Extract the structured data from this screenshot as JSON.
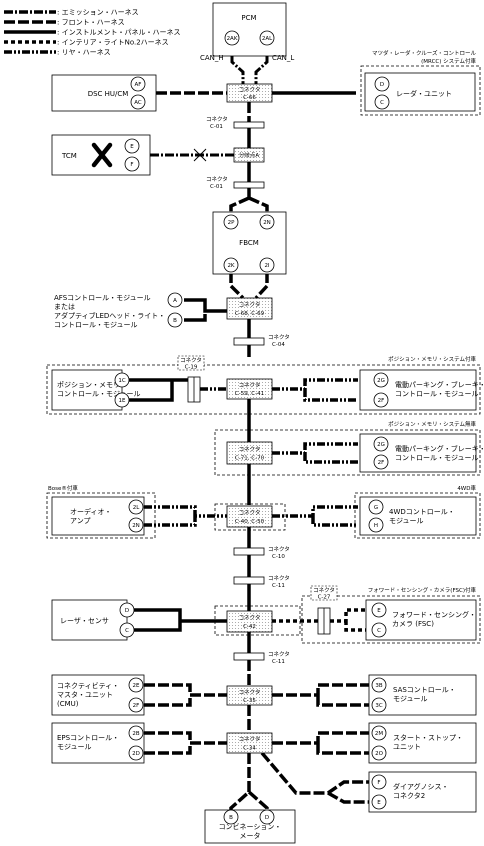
{
  "legend": [
    {
      "label": ": エミッション・ハーネス",
      "style": "emission"
    },
    {
      "label": ": フロント・ハーネス",
      "style": "front"
    },
    {
      "label": ": インストルメント・パネル・ハーネス",
      "style": "instrument"
    },
    {
      "label": ": インテリア・ライトNo.2ハーネス",
      "style": "interior"
    },
    {
      "label": ": リヤ・ハーネス",
      "style": "rear"
    }
  ],
  "modules": {
    "pcm": {
      "name": "PCM",
      "pins": [
        "2AK",
        "2AL"
      ],
      "can_h": "CAN_H",
      "can_l": "CAN_L"
    },
    "dsc": {
      "name": "DSC HU/CM",
      "pins": [
        "AF",
        "AC"
      ]
    },
    "radar": {
      "name": "レーダ・ユニット",
      "pins": [
        "D",
        "C"
      ],
      "caption1": "マツダ・レーダ・クルーズ・コントロール",
      "caption2": "(MRCC) システム付車"
    },
    "tcm": {
      "name": "TCM",
      "pins": [
        "E",
        "F"
      ]
    },
    "fbcm": {
      "name": "FBCM",
      "pins": [
        "2P",
        "2N",
        "2K",
        "2I"
      ]
    },
    "afs": {
      "lines": [
        "AFSコントロール・モジュール",
        "または",
        "アダプティブLEDヘッド・ライト・",
        "コントロール・モジュール"
      ],
      "pins": [
        "A",
        "B"
      ]
    },
    "pos_mem": {
      "lines": [
        "ポジション・メモリ・",
        "コントロール・モジュール"
      ],
      "pins": [
        "1C",
        "1E"
      ]
    },
    "epb1": {
      "lines": [
        "電動パーキング・ブレーキ・",
        "コントロール・モジュール"
      ],
      "pins": [
        "2G",
        "2F"
      ],
      "caption": "ポジション・メモリ・システム付車"
    },
    "epb2": {
      "lines": [
        "電動パーキング・ブレーキ・",
        "コントロール・モジュール"
      ],
      "pins": [
        "2G",
        "2F"
      ],
      "caption": "ポジション・メモリ・システム無車"
    },
    "audio": {
      "lines": [
        "オーディオ・",
        "アンプ"
      ],
      "pins": [
        "2L",
        "2N"
      ],
      "caption": "Bose®付車"
    },
    "awd": {
      "lines": [
        "4WDコントロール・",
        "モジュール"
      ],
      "pins": [
        "G",
        "H"
      ],
      "caption": "4WD車"
    },
    "laser": {
      "name": "レーザ・センサ",
      "pins": [
        "D",
        "C"
      ]
    },
    "fsc": {
      "lines": [
        "フォワード・センシング・",
        "カメラ (FSC)"
      ],
      "pins": [
        "E",
        "C"
      ],
      "caption": "フォワード・センシング・カメラ(FSC)付車"
    },
    "cmu": {
      "lines": [
        "コネクティビティ・",
        "マスタ・ユニット",
        "(CMU)"
      ],
      "pins": [
        "2E",
        "2F"
      ]
    },
    "sas": {
      "lines": [
        "SASコントロール・",
        "モジュール"
      ],
      "pins": [
        "3B",
        "3C"
      ]
    },
    "eps": {
      "lines": [
        "EPSコントロール・",
        "モジュール"
      ],
      "pins": [
        "2B",
        "2D"
      ]
    },
    "start_stop": {
      "lines": [
        "スタート・ストップ・",
        "ユニット"
      ],
      "pins": [
        "2M",
        "2O"
      ]
    },
    "diag": {
      "lines": [
        "ダイアグノシス・",
        "コネクタ2"
      ],
      "pins": [
        "F",
        "E"
      ]
    },
    "combi": {
      "lines": [
        "コンビネーション・",
        "メータ"
      ],
      "pins": [
        "B",
        "D"
      ]
    }
  },
  "joints": [
    {
      "id": "c66",
      "top": "コネクタ",
      "bottom": "C-66"
    },
    {
      "id": "branchA",
      "top": "分岐点A",
      "bottom": ""
    },
    {
      "id": "c68",
      "top": "コネクタ",
      "bottom": "C-68, C-69"
    },
    {
      "id": "c59",
      "top": "コネクタ",
      "bottom": "C-59, C-41"
    },
    {
      "id": "c71",
      "top": "コネクタ",
      "bottom": "C-71, C-70"
    },
    {
      "id": "c40",
      "top": "コネクタ",
      "bottom": "C-40, C-50"
    },
    {
      "id": "c42",
      "top": "コネクタ",
      "bottom": "C-42"
    },
    {
      "id": "c35",
      "top": "コネクタ",
      "bottom": "C-35"
    },
    {
      "id": "c34",
      "top": "コネクタ",
      "bottom": "C-34"
    }
  ],
  "connectors": [
    {
      "id": "c01a",
      "top": "コネクタ",
      "bottom": "C-01"
    },
    {
      "id": "c01b",
      "top": "コネクタ",
      "bottom": "C-01"
    },
    {
      "id": "c04",
      "top": "コネクタ",
      "bottom": "C-04"
    },
    {
      "id": "c19",
      "top": "コネクタ",
      "bottom": "C-19"
    },
    {
      "id": "c10",
      "top": "コネクタ",
      "bottom": "C-10"
    },
    {
      "id": "c11a",
      "top": "コネクタ",
      "bottom": "C-11"
    },
    {
      "id": "c27",
      "top": "コネクタ",
      "bottom": "C-27"
    },
    {
      "id": "c11b",
      "top": "コネクタ",
      "bottom": "C-11"
    }
  ],
  "colors": {
    "line": "#000000",
    "background": "#ffffff"
  }
}
